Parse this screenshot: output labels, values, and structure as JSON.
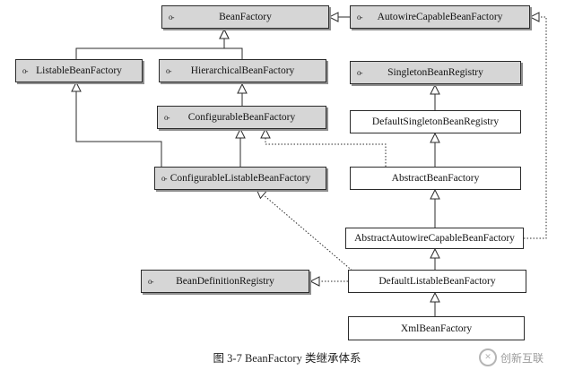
{
  "diagram": {
    "classes": {
      "bean_factory": "BeanFactory",
      "autowire_capable_bean_factory": "AutowireCapableBeanFactory",
      "listable_bean_factory": "ListableBeanFactory",
      "hierarchical_bean_factory": "HierarchicalBeanFactory",
      "singleton_bean_registry": "SingletonBeanRegistry",
      "configurable_bean_factory": "ConfigurableBeanFactory",
      "default_singleton_bean_registry": "DefaultSingletonBeanRegistry",
      "configurable_listable_bean_factory": "ConfigurableListableBeanFactory",
      "abstract_bean_factory": "AbstractBeanFactory",
      "abstract_autowire_capable_bean_factory": "AbstractAutowireCapableBeanFactory",
      "bean_definition_registry": "BeanDefinitionRegistry",
      "default_listable_bean_factory": "DefaultListableBeanFactory",
      "xml_bean_factory": "XmlBeanFactory"
    },
    "interface_icon": "o-",
    "caption": "图 3-7    BeanFactory 类继承体系"
  },
  "watermark": {
    "text": "创新互联",
    "icon": "logo-icon"
  },
  "colors": {
    "interface_fill": "#d6d6d6",
    "class_fill": "#ffffff",
    "line": "#2b2b2b"
  }
}
